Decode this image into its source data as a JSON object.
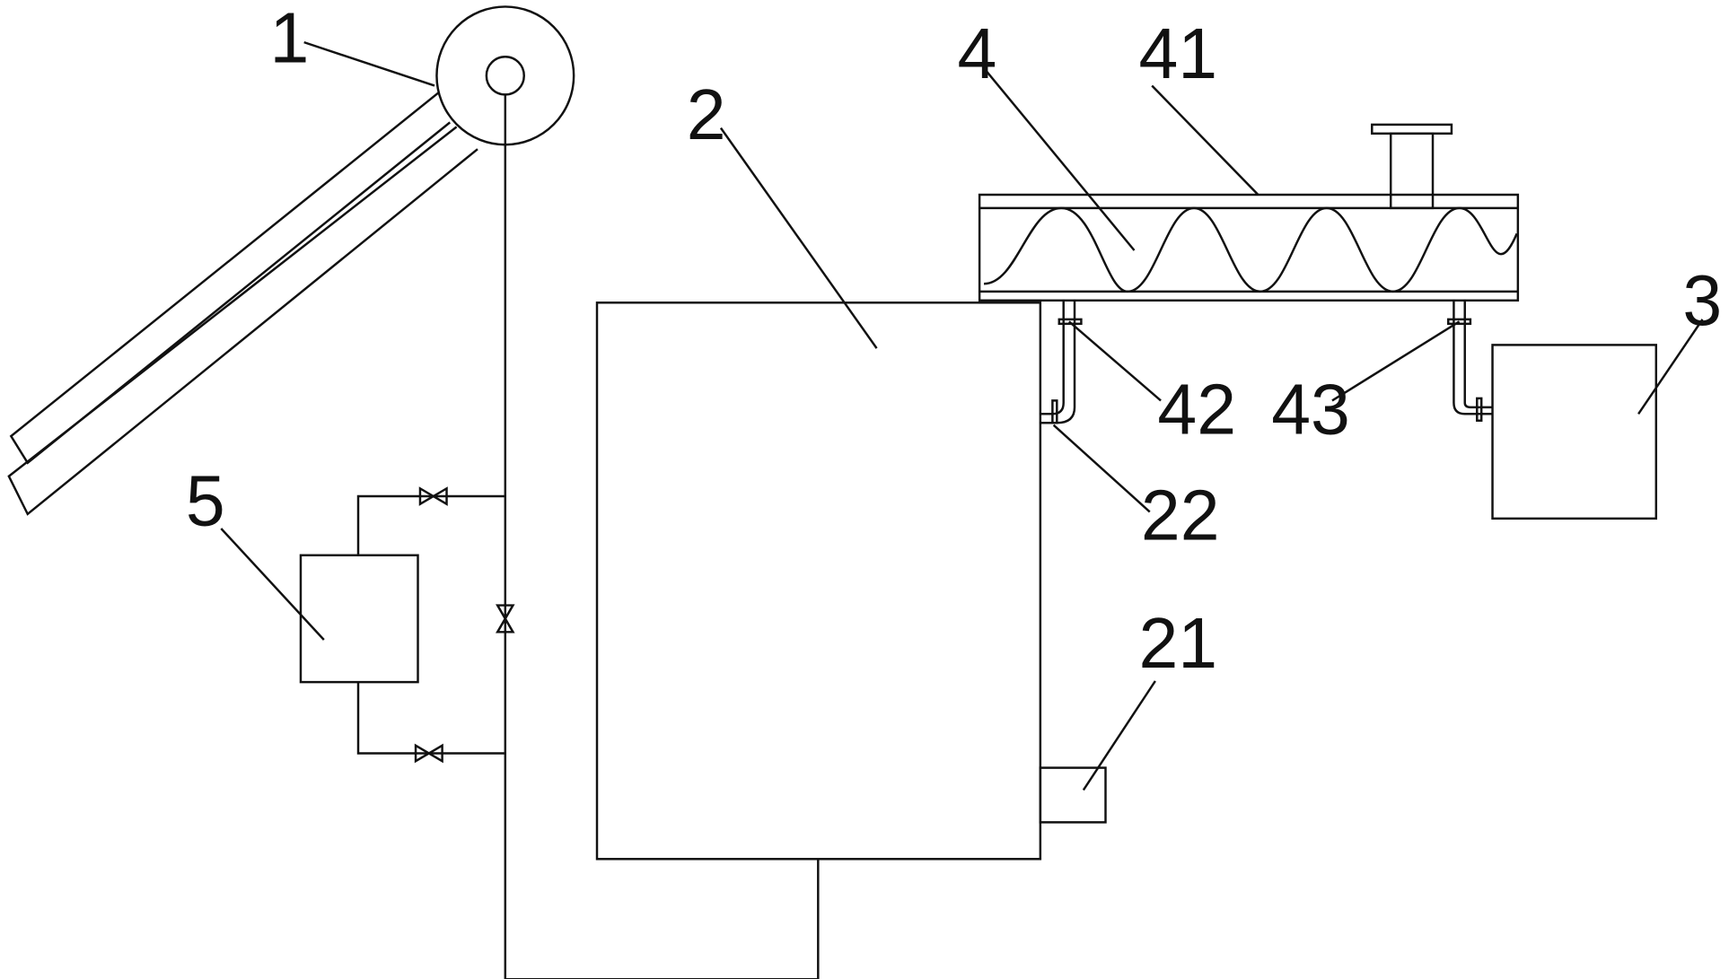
{
  "labels": {
    "part_1": "1",
    "part_2": "2",
    "part_3": "3",
    "part_4": "4",
    "part_5": "5",
    "part_21": "21",
    "part_22": "22",
    "part_41": "41",
    "part_42": "42",
    "part_43": "43"
  }
}
